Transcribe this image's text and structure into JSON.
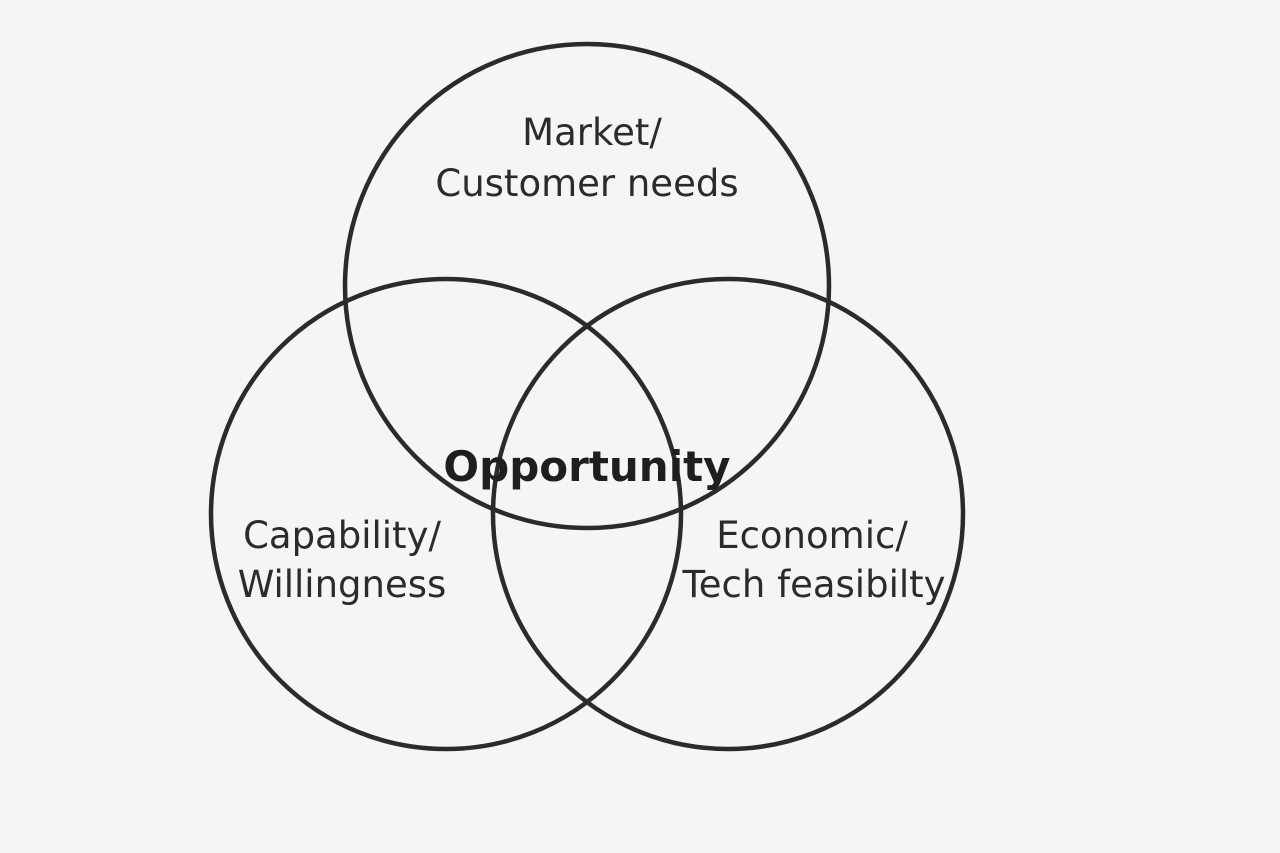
{
  "venn": {
    "top": {
      "line1": "Market/",
      "line2": "Customer needs"
    },
    "left": {
      "line1": "Capability/",
      "line2": "Willingness"
    },
    "right": {
      "line1": "Economic/",
      "line2": "Tech feasibilty"
    },
    "center": "Opportunity"
  },
  "colors": {
    "background": "#f5f5f5",
    "stroke": "#2b2b2b",
    "text": "#2b2b2b"
  }
}
